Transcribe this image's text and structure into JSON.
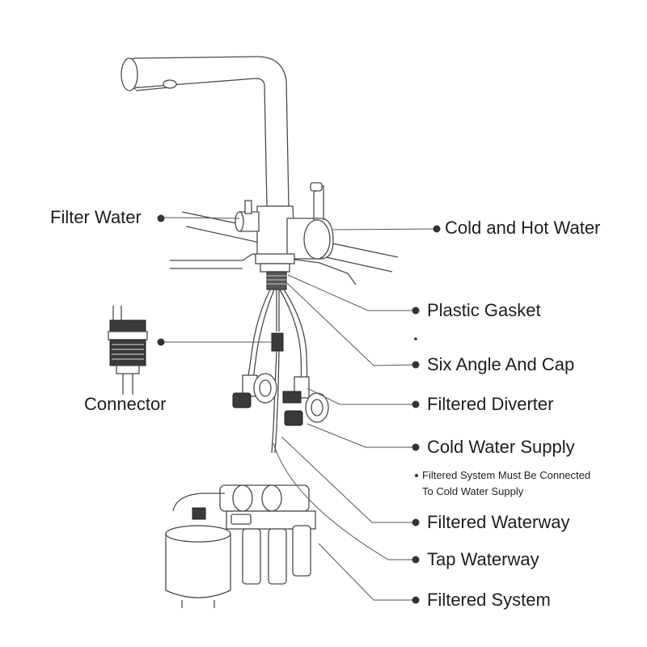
{
  "labels": {
    "filter_water": "Filter Water",
    "cold_hot_water": "Cold and Hot Water",
    "plastic_gasket": "Plastic Gasket",
    "six_angle_cap": "Six Angle And Cap",
    "connector": "Connector",
    "filtered_diverter": "Filtered Diverter",
    "cold_water_supply": "Cold Water Supply",
    "note_line1": "Filtered System Must Be Connected",
    "note_line2": "To Cold Water Supply",
    "filtered_waterway": "Filtered Waterway",
    "tap_waterway": "Tap Waterway",
    "filtered_system": "Filtered System"
  },
  "colors": {
    "text": "#1e1e1e",
    "line_art": "#4a4a4a",
    "dot": "#333333"
  }
}
